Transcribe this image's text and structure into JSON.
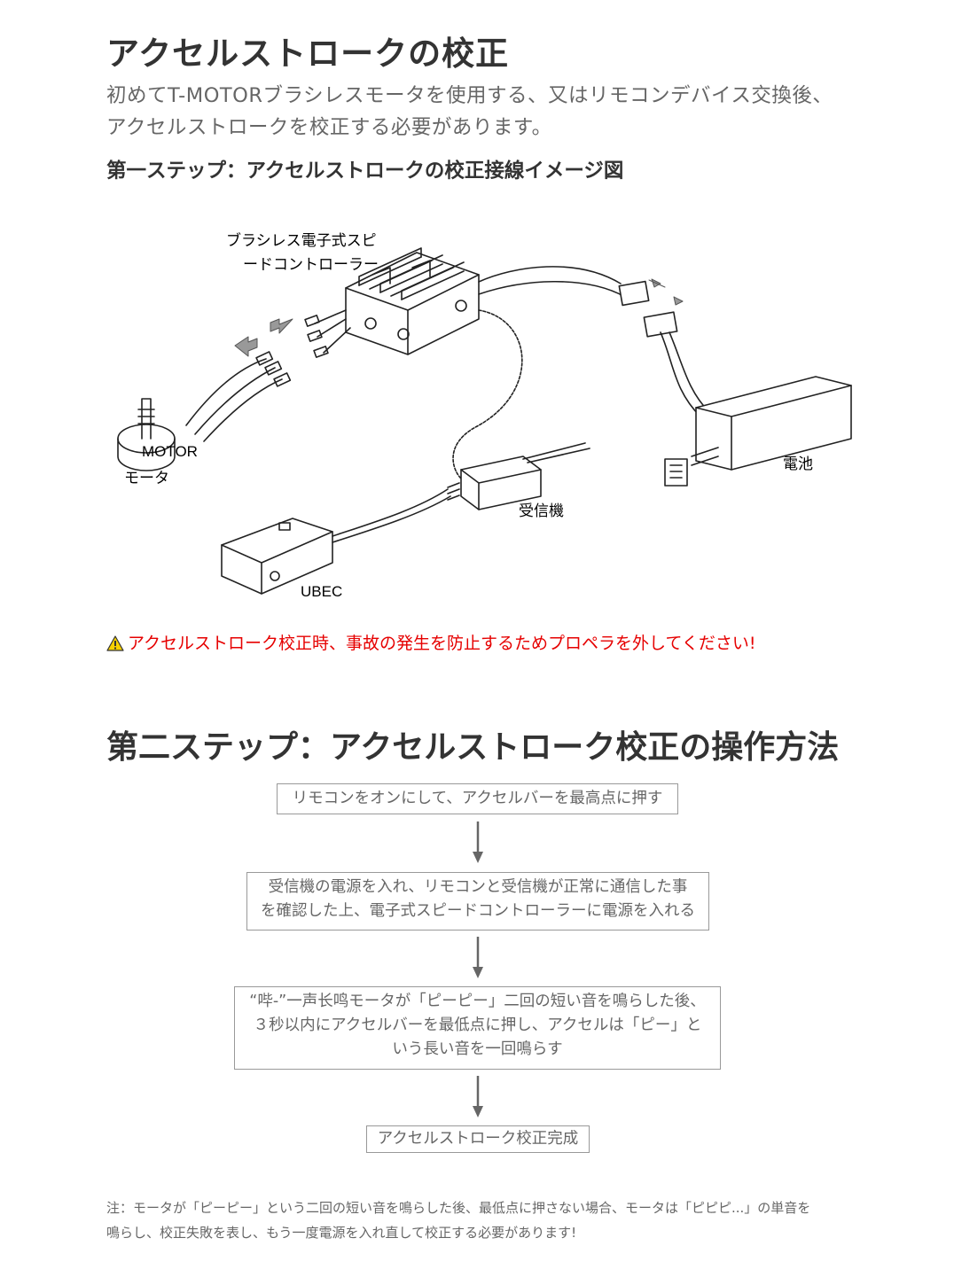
{
  "title": "アクセルストロークの校正",
  "intro": [
    "初めてT-MOTORブラシレスモータを使用する、又はリモコンデバイス交換後、",
    "アクセルストロークを校正する必要があります。"
  ],
  "step1_heading": "第一ステップ：アクセルストロークの校正接線イメージ図",
  "diagram": {
    "esc_label_line1": "ブラシレス電子式スピ",
    "esc_label_line2": "ードコントローラー",
    "motor_label": "モータ",
    "motor_brand": "MOTOR",
    "battery_label": "電池",
    "receiver_label": "受信機",
    "ubec_label": "UBEC"
  },
  "warning": "アクセルストローク校正時、事故の発生を防止するためプロペラを外してください!",
  "step2_heading": "第二ステップ：アクセルストローク校正の操作方法",
  "flow": [
    {
      "lines": [
        "リモコンをオンにして、アクセルバーを最高点に押す"
      ]
    },
    {
      "lines": [
        "受信機の電源を入れ、リモコンと受信機が正常に通信した事",
        "を確認した上、電子式スピードコントローラーに電源を入れる"
      ]
    },
    {
      "lines": [
        "“哔-”一声长鸣モータが「ピーピー」二回の短い音を鳴らした後、",
        "３秒以内にアクセルバーを最低点に押し、アクセルは「ピー」と",
        "いう長い音を一回鳴らす"
      ]
    },
    {
      "lines": [
        "アクセルストローク校正完成"
      ]
    }
  ],
  "note": [
    "注：モータが「ピーピー」という二回の短い音を鳴らした後、最低点に押さない場合、モータは「ピピピ...」の単音を",
    "鳴らし、校正失敗を表し、もう一度電源を入れ直して校正する必要があります!"
  ],
  "colors": {
    "heading": "#333333",
    "body": "#666666",
    "warning": "#e60000",
    "box_border": "#999999",
    "arrow": "#666666"
  }
}
